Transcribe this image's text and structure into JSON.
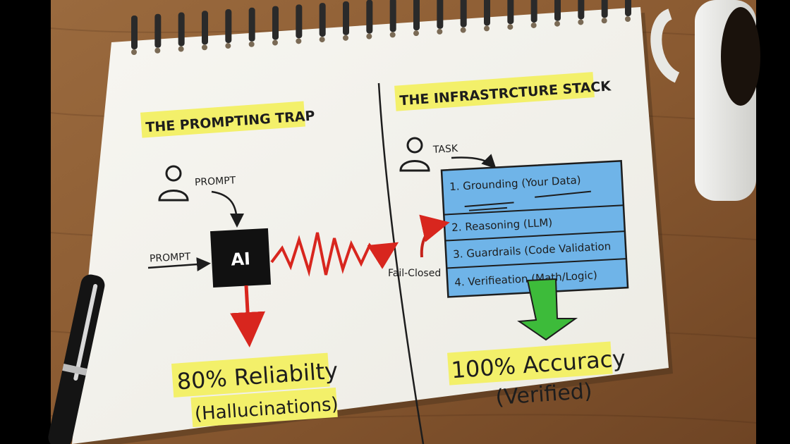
{
  "left": {
    "title": "THE PROMPTING TRAP",
    "prompt_top": "PROMPT",
    "prompt_side": "PROMPT",
    "ai_label": "AI",
    "result_line1": "80% Reliabilty",
    "result_line2": "(Hallucinations)"
  },
  "right": {
    "title": "THE INFRASTRCTURE STACK",
    "task_label": "TASK",
    "fail_label": "Fail-Closed",
    "stack": [
      "1. Grounding (Your Data)",
      "2. Reasoning (LLM)",
      "3. Guardrails (Code Validation",
      "4. Verifieation (Math/Logic)"
    ],
    "result_line1": "100% Accuracy",
    "result_line2": "(Verified)"
  },
  "colors": {
    "highlight": "#f3f06a",
    "stack_blue": "#6fb4e8",
    "arrow_red": "#d8261e",
    "arrow_green": "#3dbb3a",
    "ink": "#1d1d1d"
  }
}
